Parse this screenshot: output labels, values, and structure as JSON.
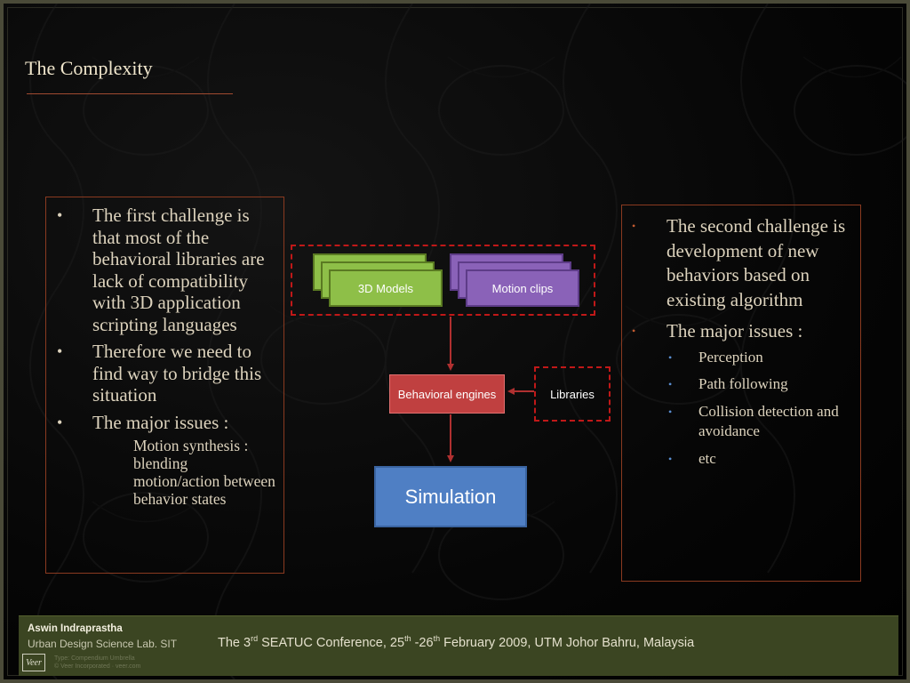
{
  "slide": {
    "title": "The Complexity"
  },
  "left_panel": {
    "bullets": [
      "The first challenge is that most of the behavioral libraries are lack of compatibility with 3D application scripting languages",
      "Therefore we need to find way to bridge this situation",
      "The major issues :"
    ],
    "sub_text": "Motion synthesis : blending motion/action between behavior states"
  },
  "right_panel": {
    "bullets": [
      "The second challenge is development of new behaviors based on existing algorithm",
      "The major issues :"
    ],
    "sub_items": [
      "Perception",
      "Path following",
      "Collision detection and avoidance",
      "etc"
    ]
  },
  "diagram": {
    "models_label": "3D Models",
    "clips_label": "Motion clips",
    "engines_label": "Behavioral engines",
    "libraries_label": "Libraries",
    "simulation_label": "Simulation",
    "colors": {
      "models": "#8ebf48",
      "clips": "#8a62b8",
      "engines": "#c04040",
      "simulation": "#4f7fc4",
      "arrow": "#b03030",
      "dash": "#c01818"
    }
  },
  "footer": {
    "author": "Aswin Indraprastha",
    "lab": "Urban Design Science Lab. SIT",
    "conf_pre": "The 3",
    "conf_sup1": "rd",
    "conf_mid": " SEATUC Conference, 25",
    "conf_sup2": "th",
    "conf_mid2": " -26",
    "conf_sup3": "th",
    "conf_post": "  February 2009, UTM Johor Bahru, Malaysia",
    "logo_text": "Veer",
    "credit_line1": "Type: Compendium Umbrella",
    "credit_line2": "© Veer Incorporated · veer.com"
  }
}
